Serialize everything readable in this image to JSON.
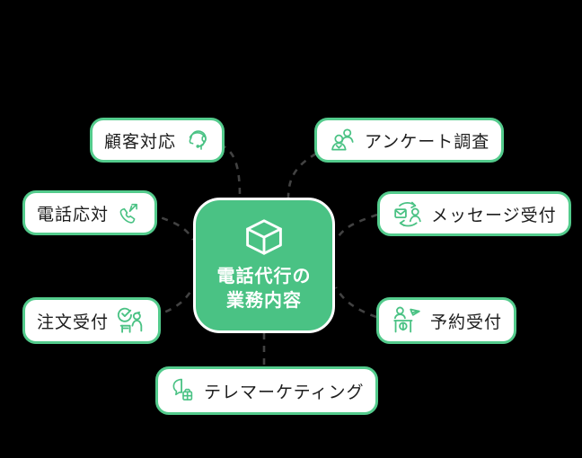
{
  "diagram": {
    "background": "#000000",
    "colors": {
      "center_fill": "#4ac284",
      "center_border": "#ffffff",
      "pill_border": "#53cb8c",
      "pill_bg": "#ffffff",
      "pill_text": "#1e1e1e",
      "center_text": "#ffffff",
      "connector_dash": "#424242"
    },
    "center": {
      "icon": "cube-icon",
      "line1": "電話代行の",
      "line2": "業務内容"
    },
    "nodes": [
      {
        "label": "顧客対応",
        "icon": "headset-operator-icon",
        "icon_side": "right",
        "position": "top-left"
      },
      {
        "label": "アンケート調査",
        "icon": "people-group-icon",
        "icon_side": "left",
        "position": "top-right"
      },
      {
        "label": "電話応対",
        "icon": "phone-outgoing-icon",
        "icon_side": "right",
        "position": "middle-left"
      },
      {
        "label": "メッセージ受付",
        "icon": "message-sync-icon",
        "icon_side": "left",
        "position": "middle-right"
      },
      {
        "label": "注文受付",
        "icon": "order-check-icon",
        "icon_side": "right",
        "position": "bottom-left"
      },
      {
        "label": "予約受付",
        "icon": "reception-desk-icon",
        "icon_side": "left",
        "position": "bottom-right"
      },
      {
        "label": "テレマーケティング",
        "icon": "megaphone-icon",
        "icon_side": "left",
        "position": "bottom-center"
      }
    ]
  }
}
